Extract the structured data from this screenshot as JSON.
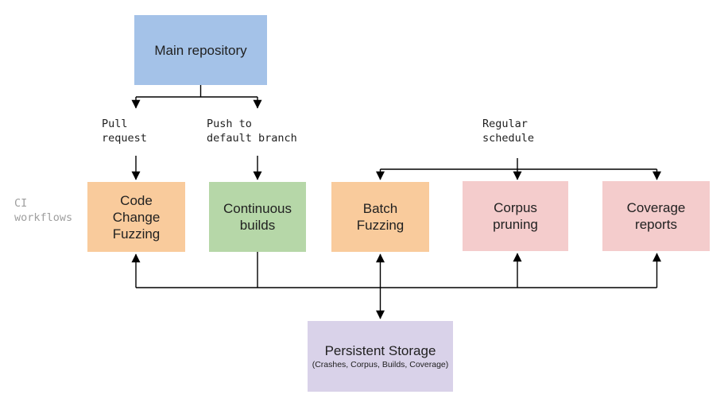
{
  "diagram": {
    "side_label": "CI\nworkflows",
    "nodes": [
      {
        "id": "main-repository",
        "label": "Main repository",
        "color": "#a4c2e8"
      },
      {
        "id": "code-change-fuzzing",
        "label": "Code\nChange\nFuzzing",
        "color": "#f9cb9c"
      },
      {
        "id": "continuous-builds",
        "label": "Continuous\nbuilds",
        "color": "#b6d7a8"
      },
      {
        "id": "batch-fuzzing",
        "label": "Batch\nFuzzing",
        "color": "#f9cb9c"
      },
      {
        "id": "corpus-pruning",
        "label": "Corpus\npruning",
        "color": "#f4cccc"
      },
      {
        "id": "coverage-reports",
        "label": "Coverage\nreports",
        "color": "#f4cccc"
      },
      {
        "id": "persistent-storage",
        "label": "Persistent Storage",
        "sublabel": "(Crashes, Corpus, Builds, Coverage)",
        "color": "#d9d2e9"
      }
    ],
    "edge_labels": [
      {
        "id": "pull-request",
        "text": "Pull\nrequest"
      },
      {
        "id": "push-default-branch",
        "text": "Push to\ndefault branch"
      },
      {
        "id": "regular-schedule",
        "text": "Regular\nschedule"
      }
    ],
    "colors": {
      "line": "#000000",
      "muted_label": "#9e9e9e",
      "text": "#212121"
    }
  }
}
